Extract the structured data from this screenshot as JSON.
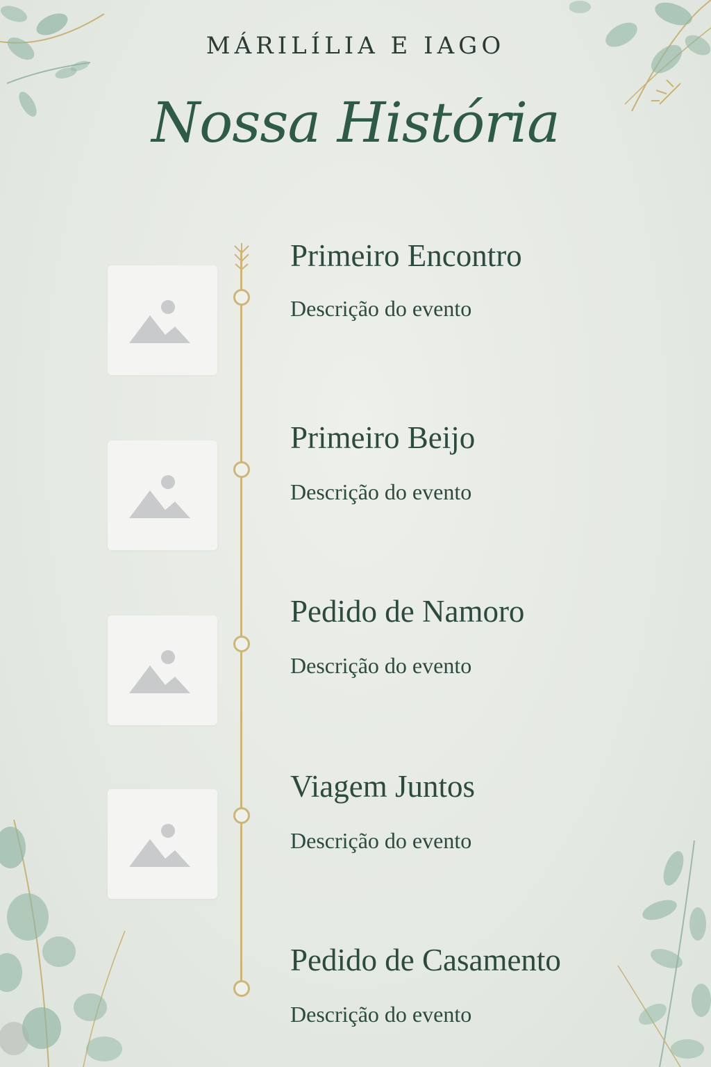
{
  "header": {
    "names": "MÁRILÍLIA E IAGO",
    "title": "Nossa História"
  },
  "events": [
    {
      "title": "Primeiro Encontro",
      "description": "Descrição do evento",
      "icon": "image-placeholder-icon"
    },
    {
      "title": "Primeiro Beijo",
      "description": "Descrição do evento",
      "icon": "image-placeholder-icon"
    },
    {
      "title": "Pedido de Namoro",
      "description": "Descrição do evento",
      "icon": "image-placeholder-icon"
    },
    {
      "title": "Viagem Juntos",
      "description": "Descrição do evento",
      "icon": "image-placeholder-icon"
    },
    {
      "title": "Pedido de Casamento",
      "description": "Descrição do evento"
    }
  ],
  "colors": {
    "background": "#e6ebe4",
    "text": "#2d4a3e",
    "gold": "#cdb57a",
    "leaf": "#8fb5a3"
  }
}
